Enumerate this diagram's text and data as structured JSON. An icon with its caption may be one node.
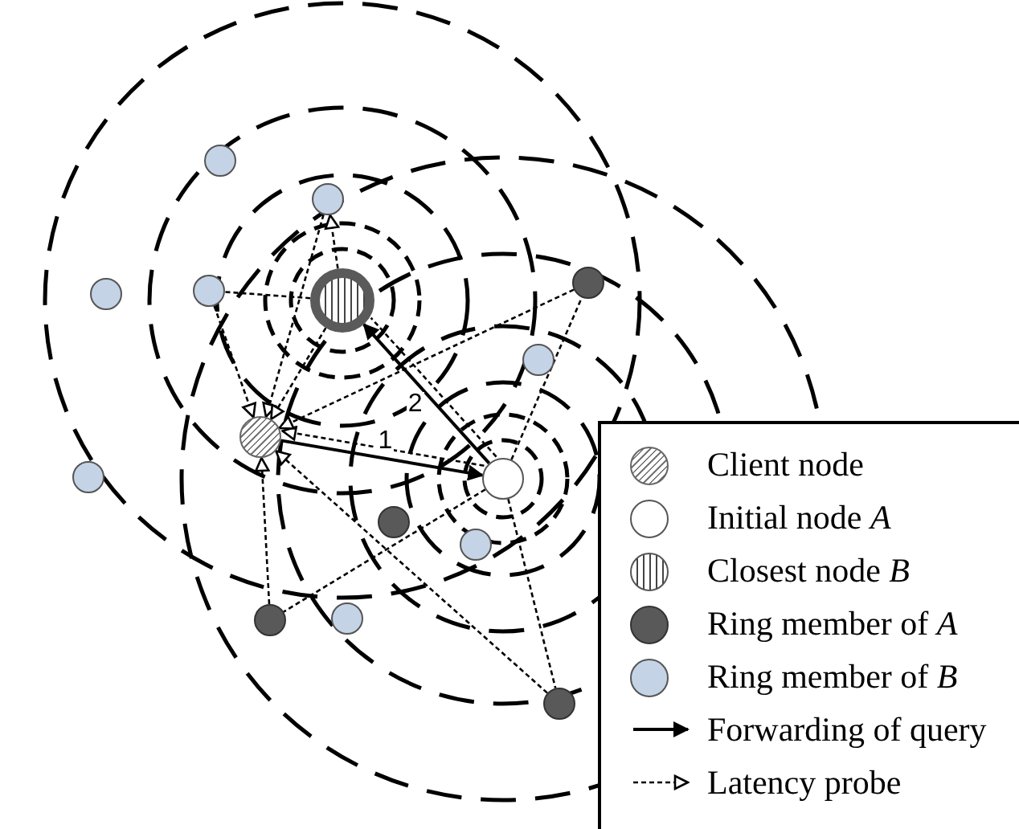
{
  "diagram": {
    "nodes": [
      {
        "text": [],
        "shape": "circle"
      },
      {
        "text": [],
        "shape": "circle"
      },
      {
        "text": [],
        "shape": "circle"
      },
      {
        "text": [],
        "shape": "circle"
      },
      {
        "text": [],
        "shape": "circle"
      },
      {
        "text": [],
        "shape": "circle"
      },
      {
        "text": [],
        "shape": "circle"
      },
      {
        "text": [],
        "shape": "circle"
      },
      {
        "text": [],
        "shape": "circle"
      },
      {
        "text": [],
        "shape": "circle"
      },
      {
        "text": [],
        "shape": "circle"
      },
      {
        "text": [],
        "shape": "circle"
      },
      {
        "text": [],
        "shape": "circle"
      },
      {
        "text": [],
        "shape": "circle"
      },
      {
        "text": [],
        "shape": "circle"
      }
    ],
    "edges": [
      {
        "from": 4,
        "to": 11,
        "arrow": "to",
        "label": "1"
      },
      {
        "from": 11,
        "to": 7,
        "arrow": "to",
        "label": "2"
      },
      {
        "from": 11,
        "to": 4,
        "arrow": "to",
        "style": "dashed"
      },
      {
        "from": 2,
        "to": 4,
        "arrow": "to",
        "style": "dashed"
      },
      {
        "from": 6,
        "to": 4,
        "arrow": "to",
        "style": "dashed"
      },
      {
        "from": 7,
        "to": 4,
        "arrow": "to",
        "style": "dashed"
      },
      {
        "from": 14,
        "to": 4,
        "arrow": "to",
        "style": "dashed"
      },
      {
        "from": 5,
        "to": 4,
        "arrow": "to",
        "style": "dashed"
      },
      {
        "from": 13,
        "to": 4,
        "arrow": "to",
        "style": "dashed"
      },
      {
        "from": 7,
        "to": 6,
        "arrow": "to",
        "style": "dashed"
      },
      {
        "from": 11,
        "to": 14,
        "arrow": "none",
        "style": "dashed"
      },
      {
        "from": 11,
        "to": 5,
        "arrow": "none",
        "style": "dashed"
      },
      {
        "from": 11,
        "to": 13,
        "arrow": "none",
        "style": "dashed"
      },
      {
        "from": 7,
        "to": 2,
        "arrow": "none",
        "style": "dashed"
      },
      {
        "from": 11,
        "to": 7,
        "arrow": "none",
        "style": "dashed"
      }
    ],
    "legend": [
      {
        "text": "Client node"
      },
      {
        "text": "Initial node *A*",
        "color": "#ffffff"
      },
      {
        "text": "Closest node *B*"
      },
      {
        "text": "Ring member of *A*",
        "color": "#595959"
      },
      {
        "text": "Ring member of *B*",
        "color": "#c5d3e6"
      },
      {
        "text": "Forwarding of query"
      },
      {
        "text": "Latency probe"
      }
    ]
  }
}
